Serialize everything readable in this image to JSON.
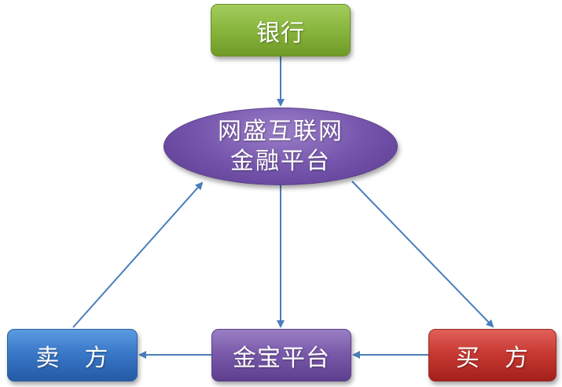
{
  "nodes": {
    "bank": "银行",
    "platform_line1": "网盛互联网",
    "platform_line2": "金融平台",
    "gold": "金宝平台",
    "seller": "卖　方",
    "buyer": "买　方"
  },
  "colors": {
    "bank": "#8ab83f",
    "platform": "#7656ad",
    "gold": "#7a5aaa",
    "seller": "#3a78c8",
    "buyer": "#c83a33",
    "arrow": "#4a7ebb"
  },
  "edges": [
    {
      "from": "bank",
      "to": "platform"
    },
    {
      "from": "platform",
      "to": "gold"
    },
    {
      "from": "platform",
      "to": "buyer"
    },
    {
      "from": "buyer",
      "to": "gold"
    },
    {
      "from": "gold",
      "to": "seller"
    },
    {
      "from": "seller",
      "to": "platform"
    }
  ]
}
